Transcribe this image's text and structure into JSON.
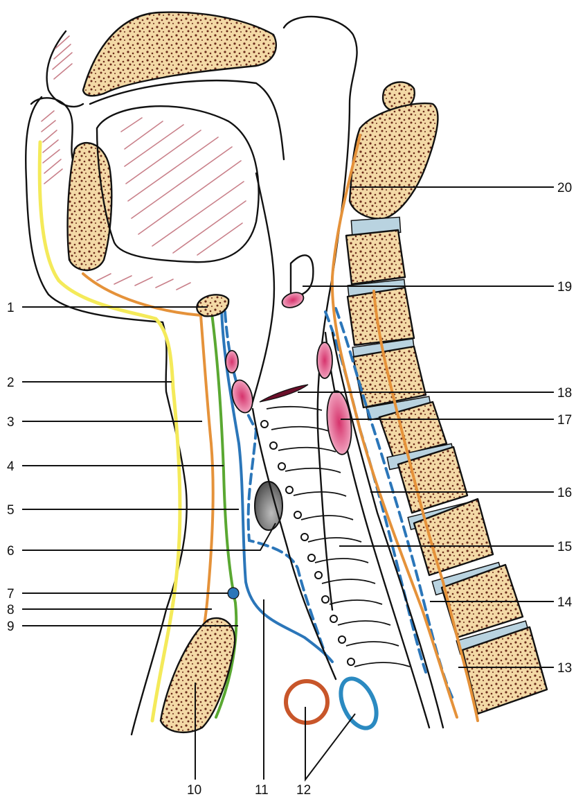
{
  "labels": {
    "l1": "1",
    "l2": "2",
    "l3": "3",
    "l4": "4",
    "l5": "5",
    "l6": "6",
    "l7": "7",
    "l8": "8",
    "l9": "9",
    "l10": "10",
    "l11": "11",
    "l12": "12",
    "l13": "13",
    "l14": "14",
    "l15": "15",
    "l16": "16",
    "l17": "17",
    "l18": "18",
    "l19": "19",
    "l20": "20"
  },
  "colors": {
    "bone": "#f3d9a6",
    "bone_spot": "#6b2a1a",
    "disc": "#b9d3e0",
    "node_pink": "#d6336c",
    "yellow_fascia": "#f4ea5a",
    "orange_fascia": "#e5923a",
    "green_fascia": "#5aa832",
    "blue_fascia": "#2b76b9",
    "gland_grey": "#8a8a8a",
    "trachea_ring": "#c8562a",
    "esophagus_ring": "#2b8ac1"
  }
}
